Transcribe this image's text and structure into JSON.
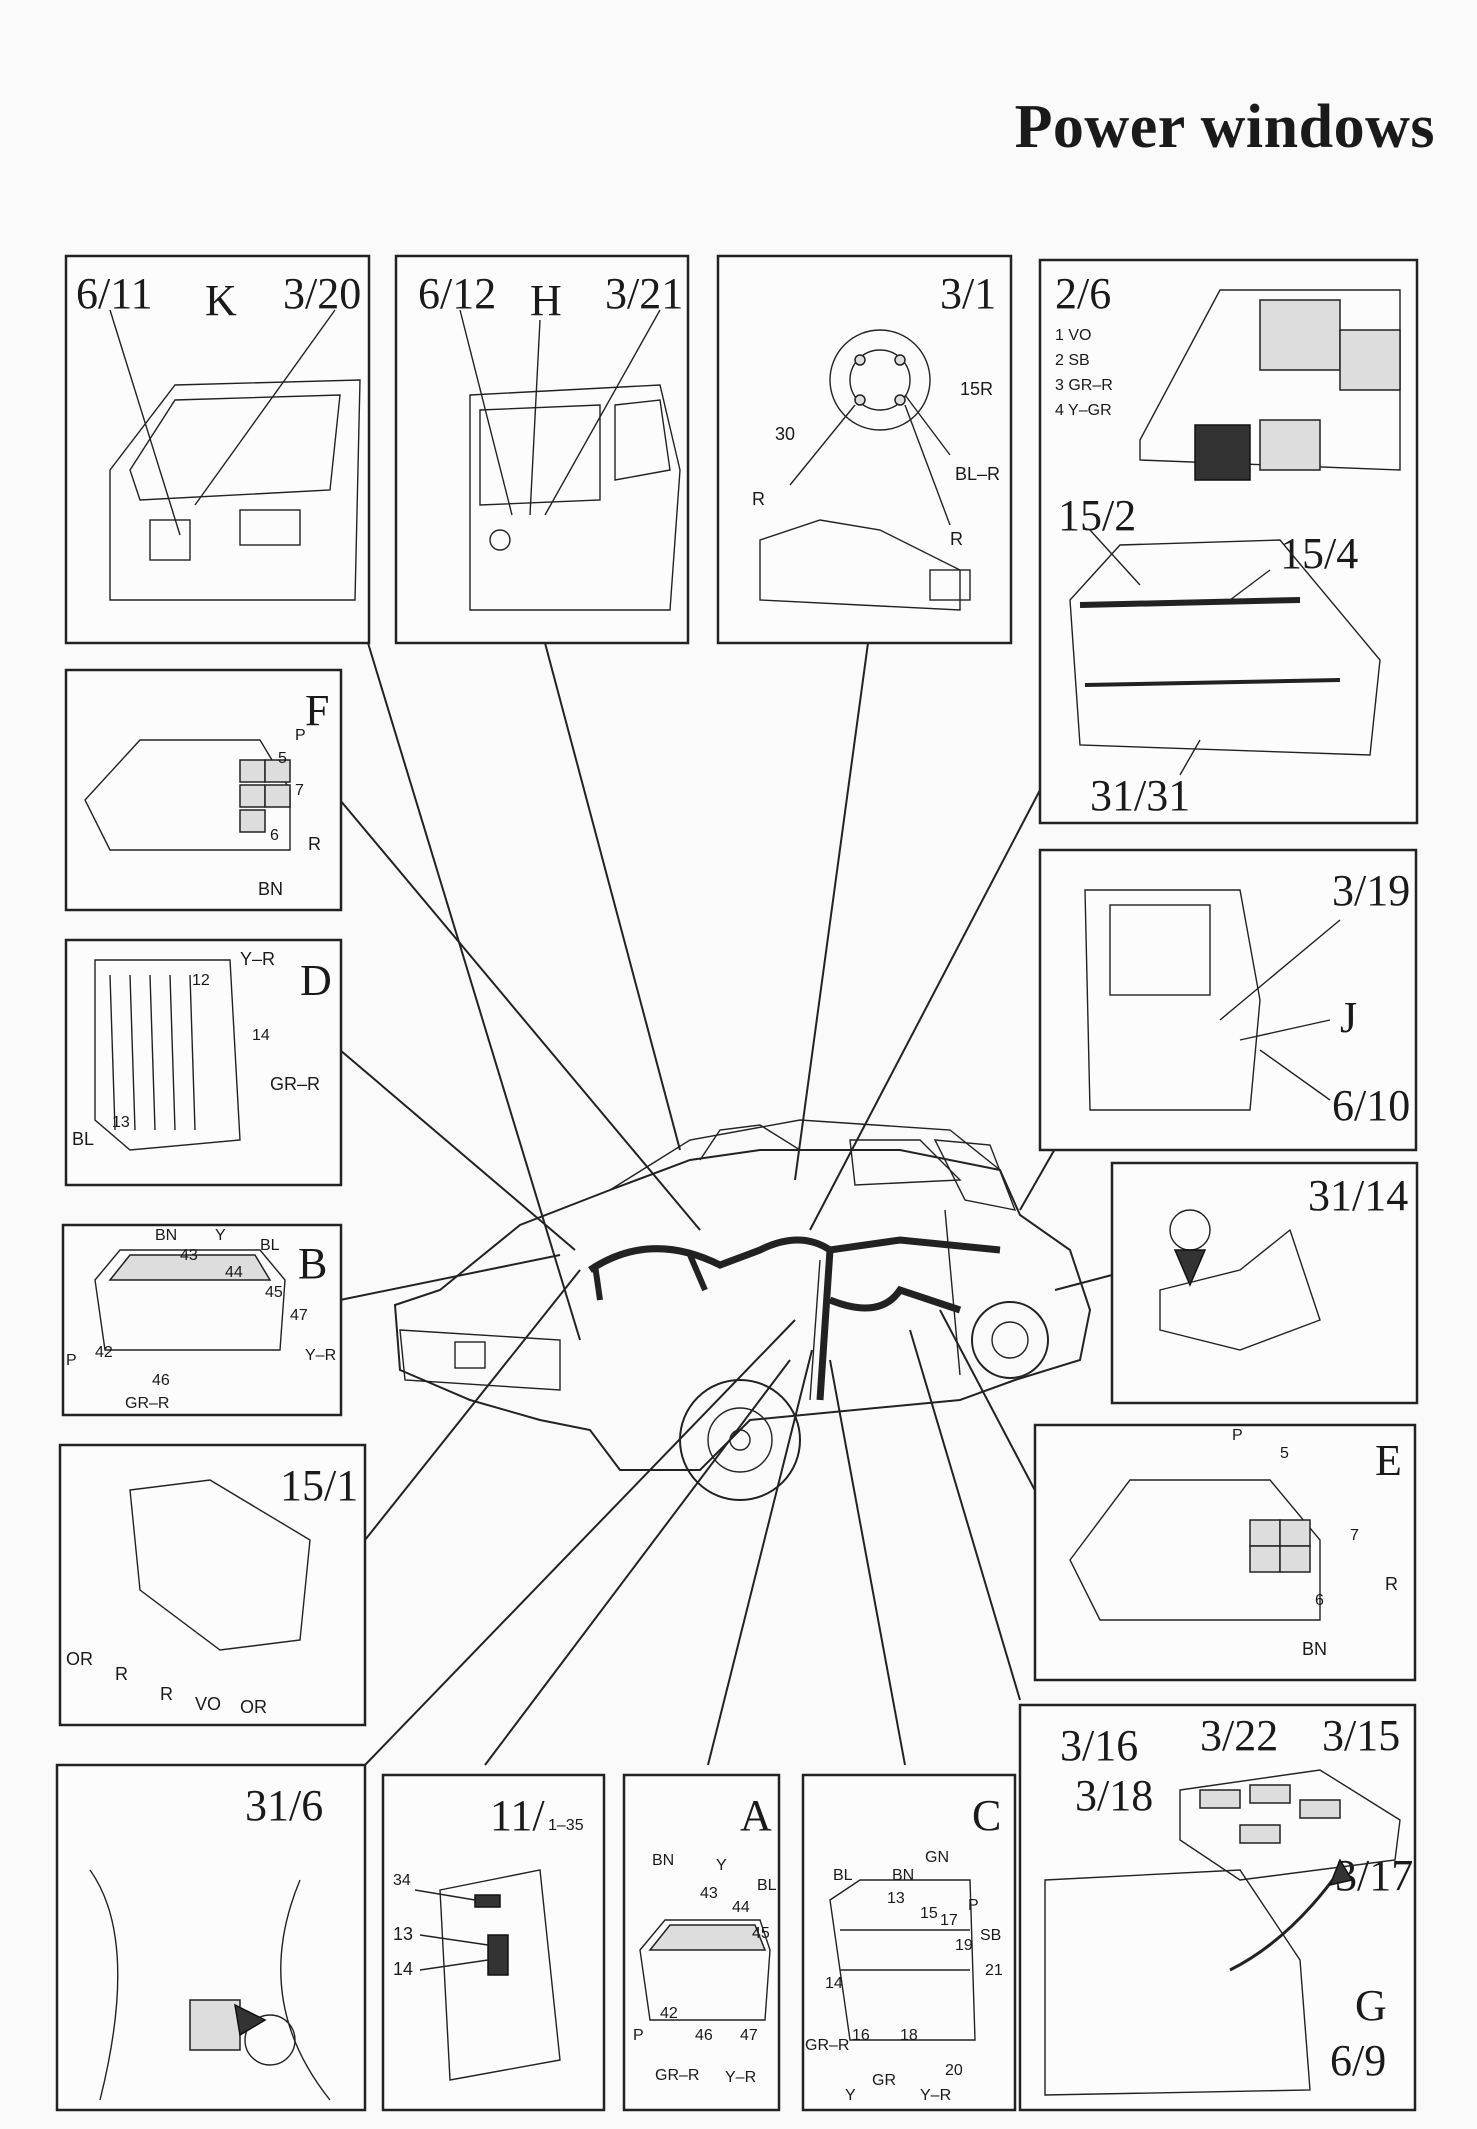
{
  "title": "Power windows",
  "panels": {
    "p611": {
      "left": "6/11",
      "mid": "K",
      "right": "3/20"
    },
    "p612": {
      "left": "6/12",
      "mid": "H",
      "right": "3/21"
    },
    "p31": {
      "label": "3/1",
      "w1": "15R",
      "w2": "30",
      "w3": "BL–R",
      "w4": "R",
      "w5": "R"
    },
    "p26": {
      "label": "2/6",
      "l1": "1 VO",
      "l2": "2 SB",
      "l3": "3 GR–R",
      "l4": "4 Y–GR",
      "a": "15/2",
      "b": "15/4",
      "c": "31/31"
    },
    "F": {
      "label": "F",
      "w1": "P",
      "w2": "5",
      "w3": "7",
      "w4": "6",
      "w5": "R",
      "w6": "BN"
    },
    "D": {
      "label": "D",
      "w1": "Y–R",
      "w2": "12",
      "w3": "14",
      "w4": "GR–R",
      "w5": "13",
      "w6": "BL"
    },
    "B": {
      "label": "B",
      "w1": "BN",
      "w2": "Y",
      "w3": "BL",
      "w4": "43",
      "w5": "44",
      "w6": "45",
      "w7": "47",
      "w8": "Y–R",
      "w9": "P",
      "w10": "42",
      "w11": "46",
      "w12": "GR–R"
    },
    "p151": {
      "label": "15/1",
      "w1": "OR",
      "w2": "R",
      "w3": "R",
      "w4": "VO",
      "w5": "OR"
    },
    "p319": {
      "label": "3/19",
      "j": "J",
      "b": "6/10"
    },
    "p3114": {
      "label": "31/14"
    },
    "E": {
      "label": "E",
      "w1": "P",
      "w2": "5",
      "w3": "7",
      "w4": "R",
      "w5": "6",
      "w6": "BN"
    },
    "p316": {
      "a": "3/16",
      "b": "3/22",
      "c": "3/15",
      "d": "3/18",
      "e": "3/17",
      "g": "G",
      "h": "6/9"
    },
    "p316x": {
      "label": "31/6"
    },
    "p11": {
      "label": "11/",
      "sub": "1–35",
      "w1": "34",
      "w2": "13",
      "w3": "14"
    },
    "A": {
      "label": "A",
      "w1": "BN",
      "w2": "Y",
      "w3": "BL",
      "w4": "43",
      "w5": "44",
      "w6": "45",
      "w7": "P",
      "w8": "42",
      "w9": "46",
      "w10": "47",
      "w11": "GR–R",
      "w12": "Y–R"
    },
    "C": {
      "label": "C",
      "w1": "BL",
      "w2": "BN",
      "w3": "GN",
      "w4": "13",
      "w5": "15",
      "w6": "17",
      "w7": "P",
      "w8": "19",
      "w9": "SB",
      "w10": "21",
      "w11": "14",
      "w12": "16",
      "w13": "18",
      "w14": "20",
      "w15": "GR–R",
      "w16": "Y",
      "w17": "GR",
      "w18": "Y–R"
    }
  }
}
